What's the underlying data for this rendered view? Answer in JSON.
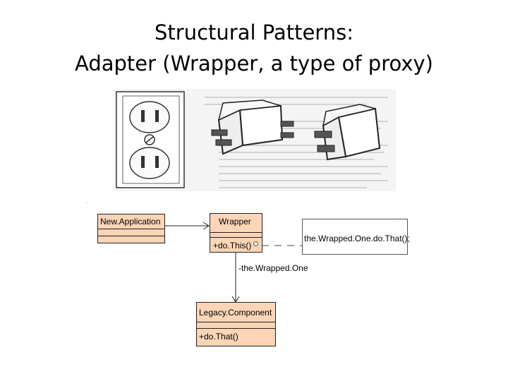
{
  "title": {
    "line1": "Structural Patterns:",
    "line2": "Adapter (Wrapper, a type of proxy)"
  },
  "illustration": {
    "icon": "outlet-and-plug-adapter-sketch-icon"
  },
  "uml": {
    "new_application": {
      "name": "New.Application"
    },
    "wrapper": {
      "name": "Wrapper",
      "operation": "+do.This()"
    },
    "note": {
      "text": "the.Wrapped.One.do.That();"
    },
    "association": {
      "label": "-the.Wrapped.One"
    },
    "legacy": {
      "name": "Legacy.Component",
      "operation": "+do.That()"
    }
  },
  "colors": {
    "class_fill": "#fbd5b5",
    "class_border": "#222222",
    "note_fill": "#ffffff"
  }
}
